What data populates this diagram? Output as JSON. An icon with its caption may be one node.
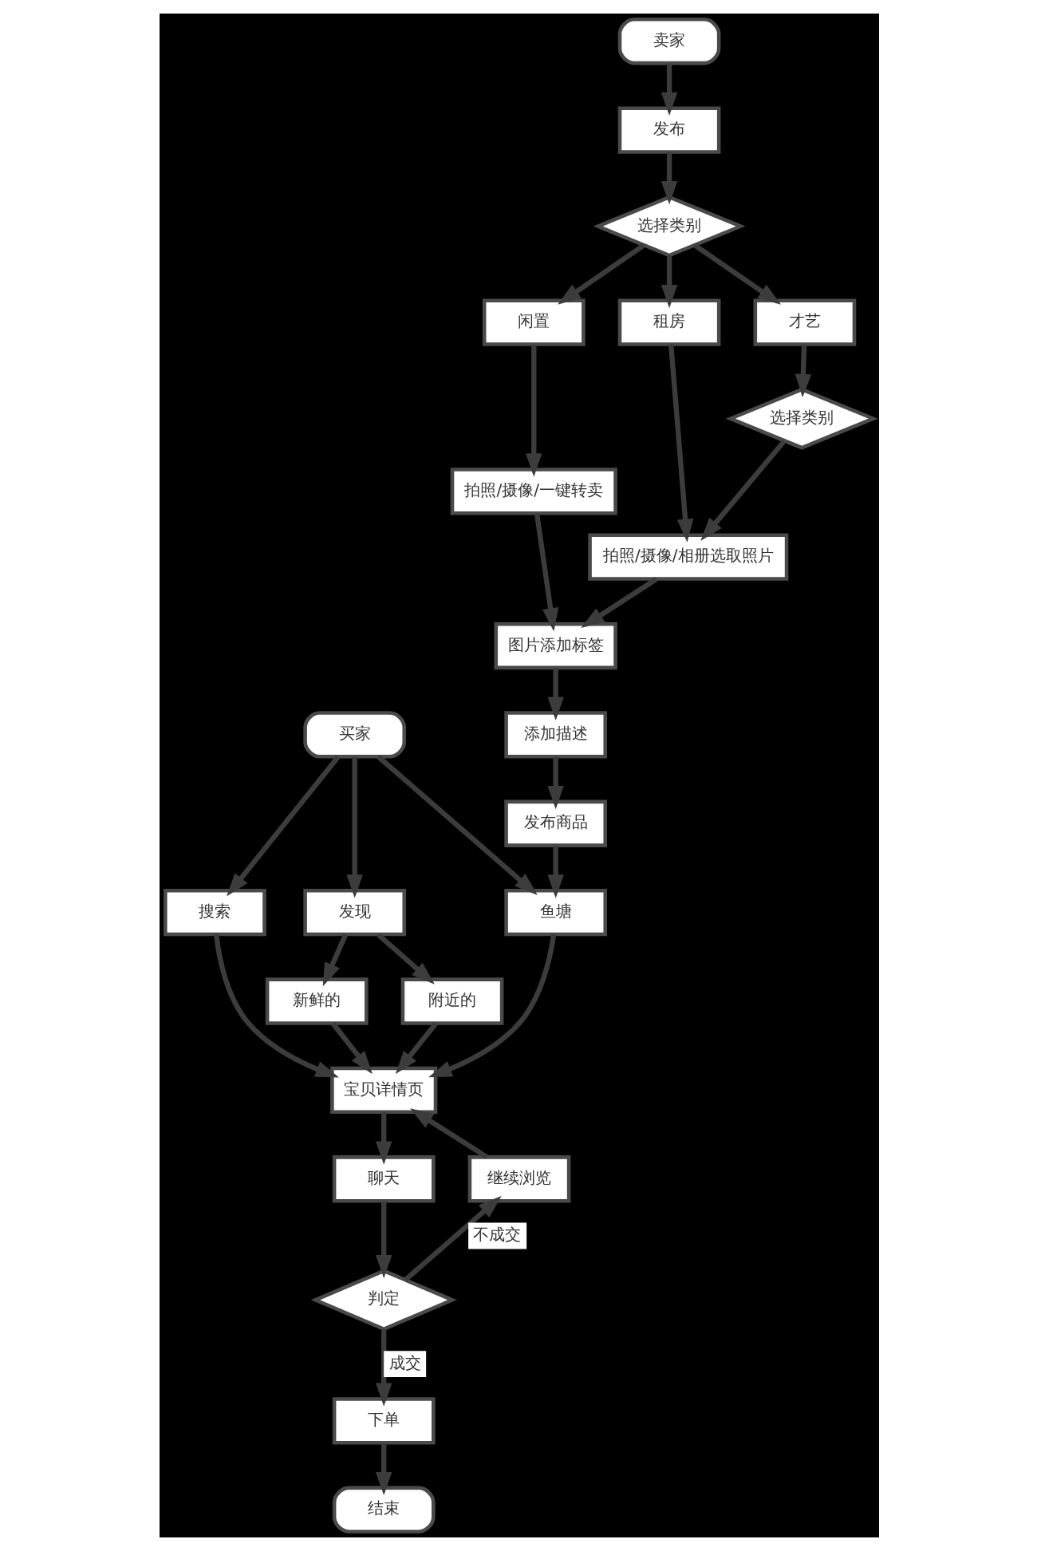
{
  "diagram": {
    "nodes": [
      {
        "text": [
          "卖家"
        ]
      },
      {
        "text": [
          "发布"
        ]
      },
      {
        "text": [
          "选择类别"
        ]
      },
      {
        "text": [
          "闲置"
        ]
      },
      {
        "text": [
          "租房"
        ]
      },
      {
        "text": [
          "才艺"
        ]
      },
      {
        "text": [
          "选择类别"
        ]
      },
      {
        "text": [
          "拍照/摄像/一键转卖"
        ]
      },
      {
        "text": [
          "拍照/摄像/相册选取照片"
        ]
      },
      {
        "text": [
          "图片添加标签"
        ]
      },
      {
        "text": [
          "添加描述"
        ]
      },
      {
        "text": [
          "发布商品"
        ]
      },
      {
        "text": [
          "买家"
        ]
      },
      {
        "text": [
          "搜索"
        ]
      },
      {
        "text": [
          "发现"
        ]
      },
      {
        "text": [
          "鱼塘"
        ]
      },
      {
        "text": [
          "新鲜的"
        ]
      },
      {
        "text": [
          "附近的"
        ]
      },
      {
        "text": [
          "宝贝详情页"
        ]
      },
      {
        "text": [
          "聊天"
        ]
      },
      {
        "text": [
          "继续浏览"
        ]
      },
      {
        "text": [
          "判定"
        ]
      },
      {
        "text": [
          "下单"
        ]
      },
      {
        "text": [
          "结束"
        ]
      }
    ],
    "edges": [
      {
        "from": 0,
        "to": 1,
        "arrow": "to"
      },
      {
        "from": 1,
        "to": 2,
        "arrow": "to"
      },
      {
        "from": 2,
        "to": 3,
        "arrow": "to"
      },
      {
        "from": 2,
        "to": 4,
        "arrow": "to"
      },
      {
        "from": 2,
        "to": 5,
        "arrow": "to"
      },
      {
        "from": 5,
        "to": 6,
        "arrow": "to"
      },
      {
        "from": 3,
        "to": 7,
        "arrow": "to"
      },
      {
        "from": 4,
        "to": 8,
        "arrow": "to"
      },
      {
        "from": 6,
        "to": 8,
        "arrow": "to"
      },
      {
        "from": 7,
        "to": 9,
        "arrow": "to"
      },
      {
        "from": 8,
        "to": 9,
        "arrow": "to"
      },
      {
        "from": 9,
        "to": 10,
        "arrow": "to"
      },
      {
        "from": 10,
        "to": 11,
        "arrow": "to"
      },
      {
        "from": 11,
        "to": 15,
        "arrow": "to"
      },
      {
        "from": 12,
        "to": 13,
        "arrow": "to"
      },
      {
        "from": 12,
        "to": 14,
        "arrow": "to"
      },
      {
        "from": 12,
        "to": 15,
        "arrow": "to"
      },
      {
        "from": 14,
        "to": 16,
        "arrow": "to"
      },
      {
        "from": 14,
        "to": 17,
        "arrow": "to"
      },
      {
        "from": 13,
        "to": 18,
        "arrow": "to"
      },
      {
        "from": 16,
        "to": 18,
        "arrow": "to"
      },
      {
        "from": 17,
        "to": 18,
        "arrow": "to"
      },
      {
        "from": 15,
        "to": 18,
        "arrow": "to"
      },
      {
        "from": 18,
        "to": 19,
        "arrow": "to"
      },
      {
        "from": 19,
        "to": 21,
        "arrow": "to"
      },
      {
        "from": 21,
        "to": 20,
        "label": "不成交",
        "arrow": "to"
      },
      {
        "from": 20,
        "to": 18,
        "arrow": "to"
      },
      {
        "from": 21,
        "to": 22,
        "label": "成交",
        "arrow": "to"
      },
      {
        "from": 22,
        "to": 23,
        "arrow": "to"
      }
    ]
  }
}
